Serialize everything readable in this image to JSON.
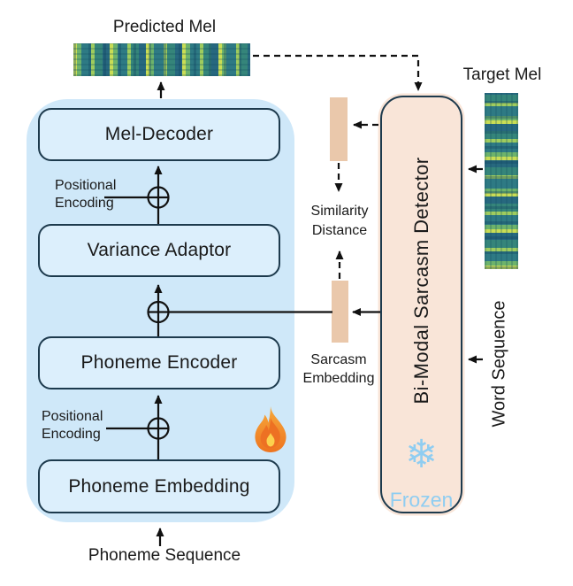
{
  "module": {
    "blocks": {
      "mel_decoder": "Mel-Decoder",
      "variance_adaptor": "Variance Adaptor",
      "phoneme_encoder": "Phoneme Encoder",
      "phoneme_embedding": "Phoneme Embedding"
    },
    "positional_encoding": {
      "line1": "Positional",
      "line2": "Encoding"
    },
    "input_label": "Phoneme Sequence",
    "trainable_icon": "flame-icon"
  },
  "detector": {
    "label": "Bi-Modal  Sarcasm  Detector",
    "frozen_label": "Frozen",
    "snowflake_icon": "❄",
    "inputs": {
      "target_mel": "Target Mel",
      "word_sequence": "Word Sequence"
    }
  },
  "mel": {
    "predicted_label": "Predicted Mel"
  },
  "embedding": {
    "sarcasm": {
      "line1": "Sarcasm",
      "line2": "Embedding"
    },
    "similarity": {
      "line1": "Similarity",
      "line2": "Distance"
    }
  },
  "colors": {
    "panel_blue": "#cfe8f9",
    "block_blue": "#dceffc",
    "outline_navy": "#1d3a4d",
    "detector_peach": "#f9e5d8",
    "embedding_tan": "#eac8ab",
    "frozen_blue": "#8fcdf1",
    "line_black": "#111111"
  }
}
